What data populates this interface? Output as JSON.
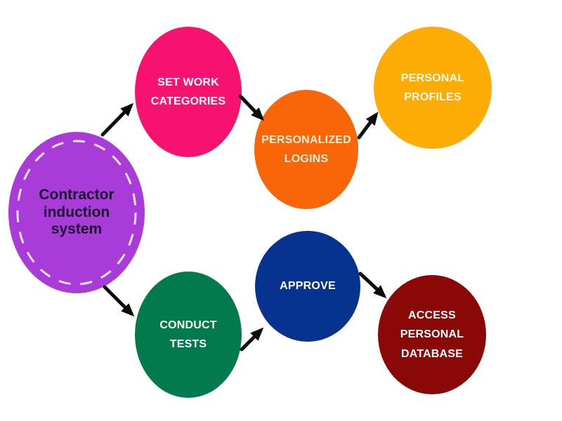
{
  "diagram": {
    "title": "Contractor induction system flow diagram",
    "background_color": "#ffffff",
    "arrow_color": "#0b0b0b"
  },
  "nodes": [
    {
      "id": "contractor-induction-system",
      "label": "Contractor\ninduction\nsystem",
      "fill": "#a93cd8",
      "text_color": "#1c1030",
      "ring_color": "#f2e3f6",
      "ring_style": "dashed"
    },
    {
      "id": "set-work-categories",
      "label": "SET WORK\nCATEGORIES",
      "fill": "#f8126f",
      "text_color": "#ffffff"
    },
    {
      "id": "personalized-logins",
      "label": "PERSONALIZED\nLOGINS",
      "fill": "#f9660a",
      "text_color": "#f7efdb"
    },
    {
      "id": "personal-profiles",
      "label": "PERSONAL\nPROFILES",
      "fill": "#fdab05",
      "text_color": "#fdf8ea"
    },
    {
      "id": "conduct-tests",
      "label": "CONDUCT\nTESTS",
      "fill": "#037a4d",
      "text_color": "#ffffff"
    },
    {
      "id": "approve",
      "label": "APPROVE",
      "fill": "#08328f",
      "text_color": "#ffffff"
    },
    {
      "id": "access-personal-database",
      "label": "ACCESS\nPERSONAL\nDATABASE",
      "fill": "#8a0808",
      "text_color": "#ffffff"
    }
  ],
  "connections": [
    {
      "from": "contractor-induction-system",
      "to": "set-work-categories"
    },
    {
      "from": "set-work-categories",
      "to": "personalized-logins"
    },
    {
      "from": "personalized-logins",
      "to": "personal-profiles"
    },
    {
      "from": "contractor-induction-system",
      "to": "conduct-tests"
    },
    {
      "from": "conduct-tests",
      "to": "approve"
    },
    {
      "from": "approve",
      "to": "access-personal-database"
    }
  ]
}
